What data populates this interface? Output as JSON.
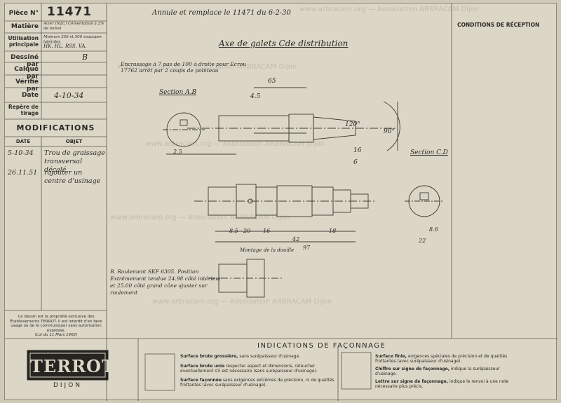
{
  "info": {
    "piece_label": "Pièce N°",
    "piece_number": "11471",
    "material_label": "Matière",
    "material_value": "Acier (N2C) Cémentation à 2% de nickel",
    "usage_label": "Utilisation principale",
    "usage_value": "Moteurs 350 et 500 soupapes latérales",
    "usage_models": "HK. HL. RSS. VA.",
    "drawn_label": "Dessiné par",
    "drawn_value": "B",
    "traced_label": "Calqué par",
    "checked_label": "Vérifié par",
    "date_label": "Date",
    "date_value": "4-10-34",
    "mark_label": "Repère de tirage"
  },
  "modifications": {
    "title": "MODIFICATIONS",
    "date_header": "DATE",
    "object_header": "OBJET",
    "rows": [
      {
        "date": "5-10-34",
        "object": "Trou de graissage transversal décalé"
      },
      {
        "date": "26.11.51",
        "object": "rajouter un centre d'usinage"
      }
    ]
  },
  "notice": {
    "text": "Ce dessin est la propriété exclusive des Établissements TERROT. Il est interdit d'en faire usage ou de le communiquer sans autorisation expresse.",
    "law": "(Loi du 11 Mars 1902)"
  },
  "drawing": {
    "replacement_note": "Annule et remplace le 11471 du 6-2-30",
    "title": "Axe de galets Cde distribution",
    "conditions_title": "CONDITIONS DE RÉCEPTION",
    "knurling_note": "Encrassage à 7 pas de 100 à droite pour Ecrou 17762 arrêt par 2 coups de pointeau",
    "section_ab": "Section A.B",
    "section_cd": "Section C.D",
    "mounting_label": "Montage de la douille",
    "bearing_note": "B. Roulement SKF 6305. Position Extrêmement tendue 24.98 côté intérieur et 25.00 côté grand cône ajuster sur roulement"
  },
  "dimensions": [
    "65",
    "4.5",
    "16",
    "6",
    "2.5",
    "8.5",
    "20",
    "16",
    "18",
    "42",
    "97",
    "8.6",
    "22",
    "90°",
    "120°"
  ],
  "watermark": {
    "line": "www.arbracam.org — Association ARBRACAM Dijon"
  },
  "footer": {
    "logo": "TERROT",
    "city": "DIJON"
  },
  "legend": {
    "title": "INDICATIONS DE FAÇONNAGE",
    "items": [
      {
        "term": "Surface brute grossière,",
        "desc": "sans surépaisseur d'usinage."
      },
      {
        "term": "Surface brute unie",
        "desc": "respecter aspect et dimensions, retoucher éventuellement s'il est nécessaire (sans surépaisseur d'usinage)."
      },
      {
        "term": "Surface façonnée",
        "desc": "sans exigences extrêmes de précision, ni de qualités frottantes (avec surépaisseur d'usinage)."
      },
      {
        "term": "Surface finie,",
        "desc": "exigences spéciales de précision et de qualités frottantes (avec surépaisseur d'usinage)."
      },
      {
        "term": "Chiffre sur signe de façonnage,",
        "desc": "indique la surépaisseur d'usinage."
      },
      {
        "term": "Lettre sur signe de façonnage,",
        "desc": "indique le renvoi à une note nécessaire plus précis."
      }
    ]
  }
}
